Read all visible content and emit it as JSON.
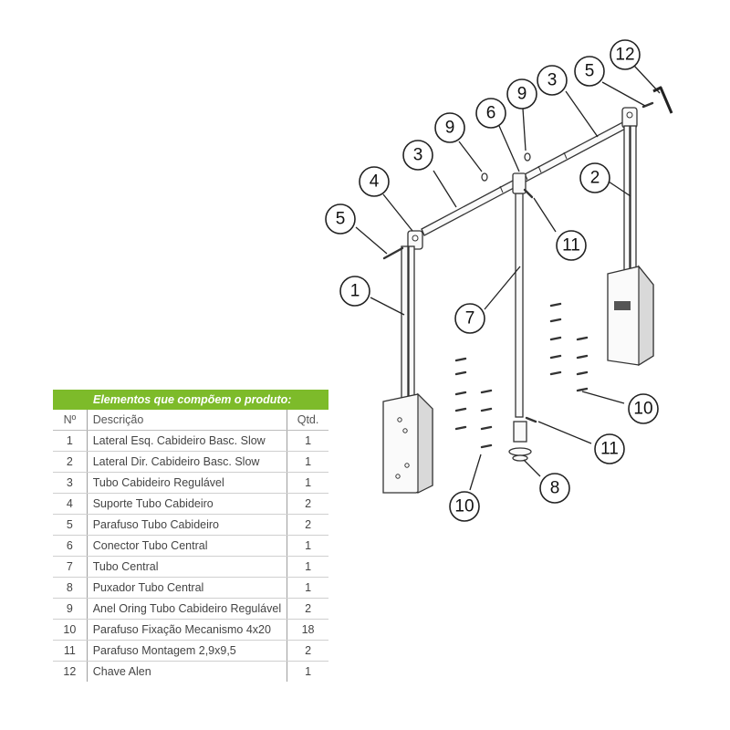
{
  "table": {
    "title": "Elementos que compõem o produto:",
    "headers": {
      "num": "Nº",
      "desc": "Descrição",
      "qty": "Qtd."
    },
    "rows": [
      {
        "num": "1",
        "desc": "Lateral Esq. Cabideiro Basc. Slow",
        "qty": "1"
      },
      {
        "num": "2",
        "desc": "Lateral Dir. Cabideiro Basc. Slow",
        "qty": "1"
      },
      {
        "num": "3",
        "desc": "Tubo Cabideiro Regulável",
        "qty": "1"
      },
      {
        "num": "4",
        "desc": "Suporte Tubo Cabideiro",
        "qty": "2"
      },
      {
        "num": "5",
        "desc": "Parafuso Tubo Cabideiro",
        "qty": "2"
      },
      {
        "num": "6",
        "desc": "Conector Tubo Central",
        "qty": "1"
      },
      {
        "num": "7",
        "desc": "Tubo Central",
        "qty": "1"
      },
      {
        "num": "8",
        "desc": "Puxador Tubo Central",
        "qty": "1"
      },
      {
        "num": "9",
        "desc": "Anel Oring Tubo Cabideiro Regulável",
        "qty": "2"
      },
      {
        "num": "10",
        "desc": "Parafuso Fixação Mecanismo 4x20",
        "qty": "18"
      },
      {
        "num": "11",
        "desc": "Parafuso Montagem 2,9x9,5",
        "qty": "2"
      },
      {
        "num": "12",
        "desc": "Chave Alen",
        "qty": "1"
      }
    ]
  },
  "callouts": [
    "12",
    "5",
    "3",
    "9",
    "6",
    "9",
    "3",
    "4",
    "2",
    "5",
    "11",
    "1",
    "7",
    "10",
    "11",
    "8",
    "10"
  ],
  "colors": {
    "accent": "#7dbb2a",
    "line": "#222222"
  }
}
